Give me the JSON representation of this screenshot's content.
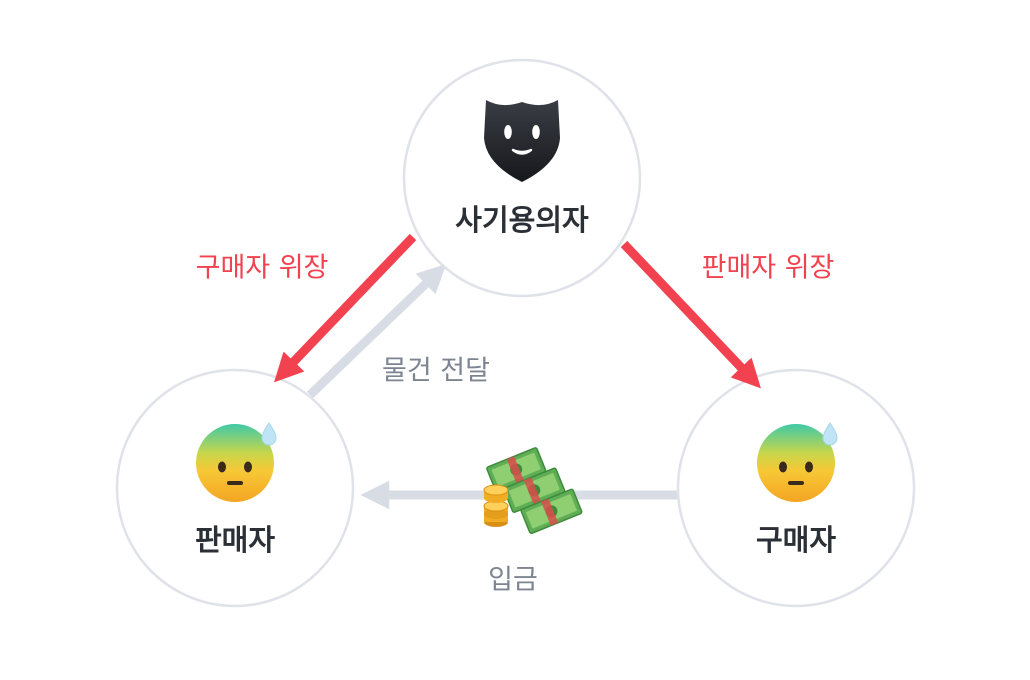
{
  "nodes": {
    "scammer": {
      "label": "사기용의자",
      "icon": "black-mask-icon"
    },
    "seller": {
      "label": "판매자",
      "icon": "anxious-sweat-face-icon"
    },
    "buyer": {
      "label": "구매자",
      "icon": "anxious-sweat-face-icon"
    }
  },
  "edges": {
    "impersonate_buyer": {
      "label": "구매자 위장",
      "color": "#f2414f"
    },
    "impersonate_seller": {
      "label": "판매자 위장",
      "color": "#f2414f"
    },
    "deliver_goods": {
      "label": "물건 전달",
      "color": "#d8dde5"
    },
    "deposit": {
      "label": "입금",
      "color": "#d8dde5",
      "icon": "money-stack-icon"
    }
  },
  "colors": {
    "circle_border": "#dfe2e8",
    "label_text": "#2b2f36",
    "accent_red": "#f2414f",
    "muted_gray": "#7d8592"
  }
}
